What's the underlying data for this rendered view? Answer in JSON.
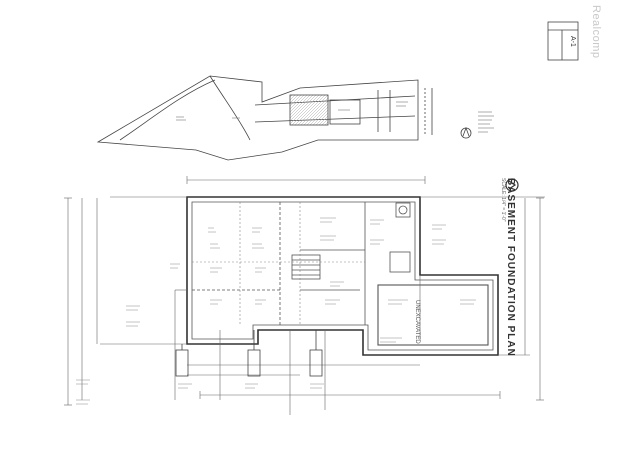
{
  "watermark": "Realcomp",
  "plan": {
    "title": "BASEMENT FOUNDATION PLAN",
    "scale": "SCALE: 1/4\" = 1'-0\"",
    "garage_label": "UNEXCAVATED",
    "sheet_number": "A-1"
  },
  "colors": {
    "line": "#444444",
    "light": "#9a9a9a",
    "hatch": "#b8b8b8"
  }
}
